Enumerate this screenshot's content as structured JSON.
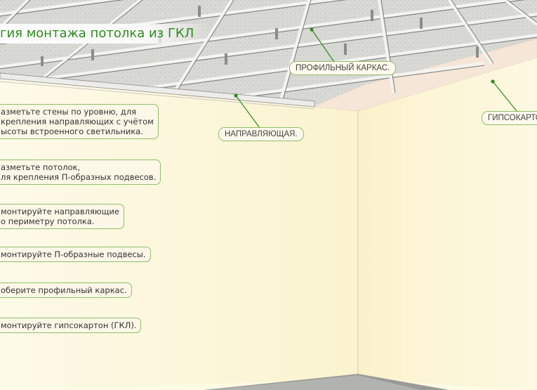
{
  "title": "гия монтажа потолка из ГКЛ",
  "labels": {
    "frame": "ПРОФИЛЬНЫЙ КАРКАС.",
    "guide": "НАПРАВЛЯЮЩАЯ.",
    "drywall": "ГИПСОКАРТОН"
  },
  "steps": [
    "азметьте стены по уровню, для\nкрепления направляющих с учётом\nысоты встроенного светильника.",
    "азметьте потолок,\nля крепления П-образных подвесов.",
    "монтируйте направляющие\nо периметру потолка.",
    "монтируйте П-образные подвесы.",
    "оберите профильный каркас.",
    "монтируйте гипсокартон (ГКЛ)."
  ],
  "colors": {
    "accent_green": "#2e8b1e",
    "box_border": "#8fbf6a",
    "wall_left": "#fcf6d6",
    "wall_right": "#fdf8de",
    "ceiling_concrete": "#d8d8d4",
    "drywall": "#f6e6d8",
    "floor": "#9a9a98"
  }
}
